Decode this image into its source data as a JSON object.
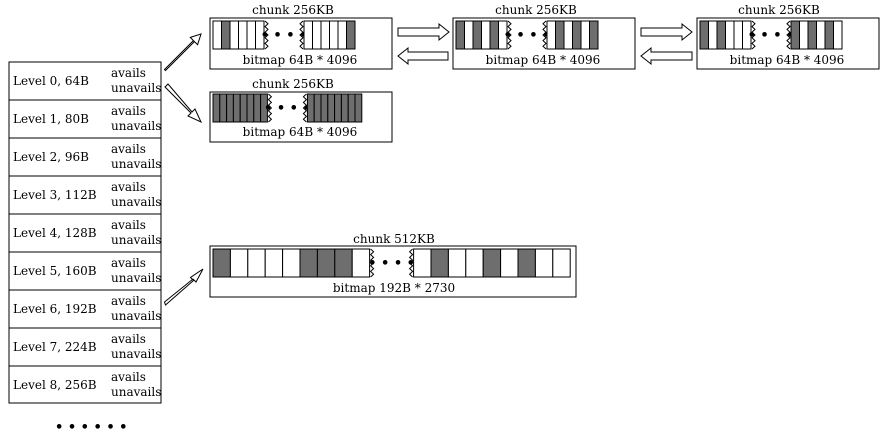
{
  "levels": [
    {
      "name": "Level 0, 64B",
      "avails": "avails",
      "unavails": "unavails"
    },
    {
      "name": "Level 1, 80B",
      "avails": "avails",
      "unavails": "unavails"
    },
    {
      "name": "Level 2, 96B",
      "avails": "avails",
      "unavails": "unavails"
    },
    {
      "name": "Level 3, 112B",
      "avails": "avails",
      "unavails": "unavails"
    },
    {
      "name": "Level 4, 128B",
      "avails": "avails",
      "unavails": "unavails"
    },
    {
      "name": "Level 5, 160B",
      "avails": "avails",
      "unavails": "unavails"
    },
    {
      "name": "Level 6, 192B",
      "avails": "avails",
      "unavails": "unavails"
    },
    {
      "name": "Level 7, 224B",
      "avails": "avails",
      "unavails": "unavails"
    },
    {
      "name": "Level 8, 256B",
      "avails": "avails",
      "unavails": "unavails"
    }
  ],
  "more_levels": "• • • • • •",
  "chunk_dots": "• • • •",
  "chunks": [
    {
      "id": "chunk-a",
      "title": "chunk 256KB",
      "bitmap": "bitmap 64B * 4096",
      "left_cells": [
        0,
        1,
        0,
        0,
        0,
        0
      ],
      "right_cells": [
        0,
        0,
        0,
        0,
        0,
        1
      ]
    },
    {
      "id": "chunk-b",
      "title": "chunk 256KB",
      "bitmap": "bitmap 64B * 4096",
      "left_cells": [
        1,
        0,
        1,
        0,
        1,
        0
      ],
      "right_cells": [
        0,
        1,
        0,
        1,
        0,
        1
      ]
    },
    {
      "id": "chunk-c",
      "title": "chunk 256KB",
      "bitmap": "bitmap 64B * 4096",
      "left_cells": [
        1,
        0,
        1,
        0,
        0,
        0
      ],
      "right_cells": [
        1,
        0,
        1,
        0,
        1,
        0
      ]
    },
    {
      "id": "chunk-d",
      "title": "chunk 256KB",
      "bitmap": "bitmap 64B * 4096",
      "left_cells": [
        1,
        1,
        1,
        1,
        1,
        1,
        1,
        1
      ],
      "right_cells": [
        1,
        1,
        1,
        1,
        1,
        1,
        1,
        1
      ]
    },
    {
      "id": "chunk-e",
      "title": "chunk 512KB",
      "bitmap": "bitmap 192B * 2730",
      "left_cells": [
        1,
        0,
        0,
        0,
        0,
        1,
        1,
        1,
        0
      ],
      "right_cells": [
        0,
        1,
        0,
        0,
        1,
        0,
        1,
        0,
        0
      ]
    }
  ],
  "colors": {
    "filled": "#6e6e6e",
    "empty": "#ffffff",
    "stroke": "#000000"
  }
}
